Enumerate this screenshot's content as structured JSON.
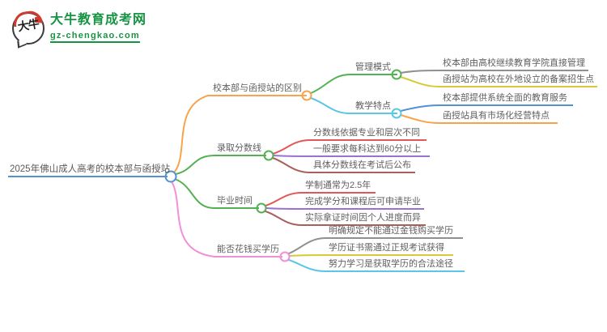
{
  "header": {
    "site_name": "大牛教育成考网",
    "site_domain": "gz-chengkao.com",
    "logo_icon_text": "大牛",
    "brand_color": "#169442",
    "logo_accent_red": "#cf3b2f"
  },
  "palette": {
    "root_blue": "#5191d6",
    "orange": "#f8a44c",
    "green": "#54b153",
    "cyan": "#5bc6e8",
    "gray": "#909090",
    "yellow": "#d6ca38",
    "red": "#e25858",
    "purple": "#9873d2",
    "dark_red": "#aa5f5f",
    "pink": "#f090d8",
    "text": "#5f5f5f"
  },
  "mindmap": {
    "root": {
      "label": "2025年佛山成人高考的校本部与函授站",
      "color": "#5191d6"
    },
    "branches": [
      {
        "label": "校本部与函授站的区别",
        "color": "#f8a44c",
        "children": [
          {
            "label": "管理模式",
            "color": "#54b153",
            "children": [
              {
                "label": "校本部由高校继续教育学院直接管理",
                "color": "#909090"
              },
              {
                "label": "函授站为高校在外地设立的备案招生点",
                "color": "#d6ca38"
              }
            ]
          },
          {
            "label": "教学特点",
            "color": "#5bc6e8",
            "children": [
              {
                "label": "校本部提供系统全面的教育服务",
                "color": "#5191d6"
              },
              {
                "label": "函授站具有市场化经营特点",
                "color": "#f8a44c"
              }
            ]
          }
        ]
      },
      {
        "label": "录取分数线",
        "color": "#54b153",
        "children": [
          {
            "label": "分数线依据专业和层次不同",
            "color": "#e25858"
          },
          {
            "label": "一般要求每科达到60分以上",
            "color": "#9873d2"
          },
          {
            "label": "具体分数线在考试后公布",
            "color": "#aa5f5f"
          }
        ]
      },
      {
        "label": "毕业时间",
        "color": "#54b153",
        "children": [
          {
            "label": "学制通常为2.5年",
            "color": "#e25858"
          },
          {
            "label": "完成学分和课程后可申请毕业",
            "color": "#9873d2"
          },
          {
            "label": "实际拿证时间因个人进度而异",
            "color": "#aa5f5f"
          }
        ]
      },
      {
        "label": "能否花钱买学历",
        "color": "#f090d8",
        "children": [
          {
            "label": "明确规定不能通过金钱购买学历",
            "color": "#909090"
          },
          {
            "label": "学历证书需通过正规考试获得",
            "color": "#d6ca38"
          },
          {
            "label": "努力学习是获取学历的合法途径",
            "color": "#5bc6e8"
          }
        ]
      }
    ]
  }
}
